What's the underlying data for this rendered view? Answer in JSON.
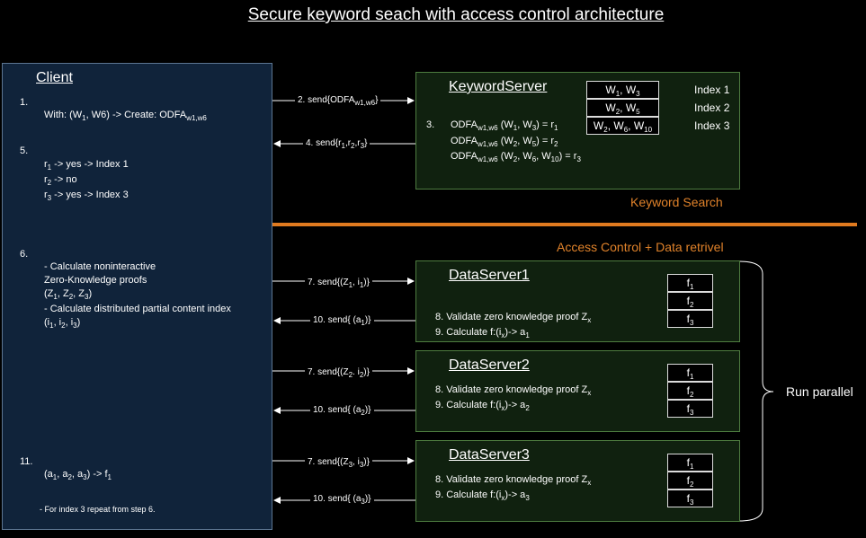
{
  "title": "Secure keyword seach with access control architecture",
  "client": {
    "title": "Client",
    "step1_num": "1.",
    "step1_text": "With: (W1, W6) -> Create: ODFAw1,w6",
    "step5_num": "5.",
    "step5_lines": [
      "r1 -> yes -> Index 1",
      "r2 -> no",
      "r3 -> yes -> Index 3"
    ],
    "step6_num": "6.",
    "step6_lines": [
      "- Calculate noninteractive",
      "Zero-Knowledge proofs",
      "(Z1, Z2, Z3)",
      "- Calculate distributed partial content index",
      "(i1, i2, i3)"
    ],
    "step11_num": "11.",
    "step11_text": "(a1, a2, a3) -> f1",
    "note": "- For index 3 repeat from step 6."
  },
  "keyword_server": {
    "title": "KeywordServer",
    "step3_num": "3.",
    "lines": [
      "ODFAw1,w6 (W1, W3) = r1",
      "ODFAw1,w6 (W2, W5) = r2",
      "ODFAw1,w6 (W2, W6, W10) = r3"
    ],
    "table": [
      {
        "words": "W1, W3",
        "index": "Index 1"
      },
      {
        "words": "W2, W5",
        "index": "Index 2"
      },
      {
        "words": "W2, W6, W10",
        "index": "Index 3"
      }
    ]
  },
  "arrows": {
    "send2": "2. send{ODFAw1,w6}",
    "send4": "4. send{r1,r2,r3}",
    "send7_1": "7. send{(Z1, i1)}",
    "send10_1": "10. send{ (a1)}",
    "send7_2": "7. send{(Z2, i2)}",
    "send10_2": "10. send{ (a2)}",
    "send7_3": "7. send{(Z3, i3)}",
    "send10_3": "10. send{ (a3)}"
  },
  "sections": {
    "keyword_search": "Keyword Search",
    "access_control": "Access Control + Data retrivel",
    "run_parallel": "Run parallel"
  },
  "data_servers": [
    {
      "title": "DataServer1",
      "step8": "8. Validate zero knowledge proof Zx",
      "step9": "9. Calculate f:(ix)-> a1",
      "files": [
        "f1",
        "f2",
        "f3"
      ]
    },
    {
      "title": "DataServer2",
      "step8": "8. Validate zero knowledge proof Zx",
      "step9": "9. Calculate f:(ix)-> a2",
      "files": [
        "f1",
        "f2",
        "f3"
      ]
    },
    {
      "title": "DataServer3",
      "step8": "8. Validate zero knowledge proof Zx",
      "step9": "9. Calculate f:(ix)-> a3",
      "files": [
        "f1",
        "f2",
        "f3"
      ]
    }
  ],
  "colors": {
    "client_fill": "#10233a",
    "server_fill": "#10210f",
    "divider": "#e07a1f",
    "section_text": "#e0822a"
  }
}
